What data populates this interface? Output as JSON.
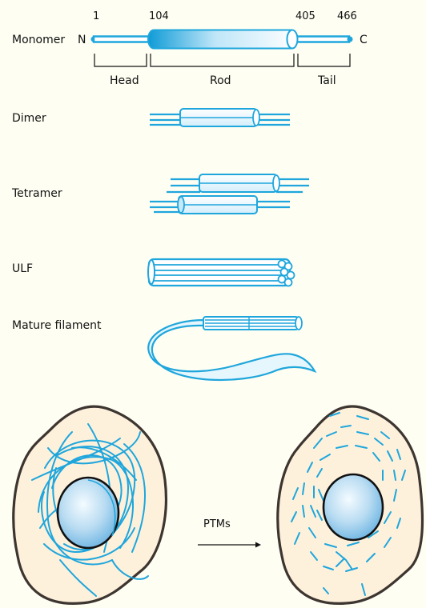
{
  "stages": {
    "monomer": "Monomer",
    "dimer": "Dimer",
    "tetramer": "Tetramer",
    "ulf": "ULF",
    "mature": "Mature filament"
  },
  "monomer": {
    "n_label": "N",
    "c_label": "C",
    "residues": {
      "r1": "1",
      "r2": "104",
      "r3": "405",
      "r4": "466"
    },
    "domains": {
      "head": "Head",
      "rod": "Rod",
      "tail": "Tail"
    }
  },
  "cells": {
    "arrow_label": "PTMs"
  },
  "colors": {
    "filament": "#1fa6dc",
    "filament_light": "#e6f6fd",
    "cytoplasm": "#fdf1dc",
    "cell_outline": "#3d3530",
    "nucleus_outline": "#111111",
    "background": "#fefef3"
  }
}
